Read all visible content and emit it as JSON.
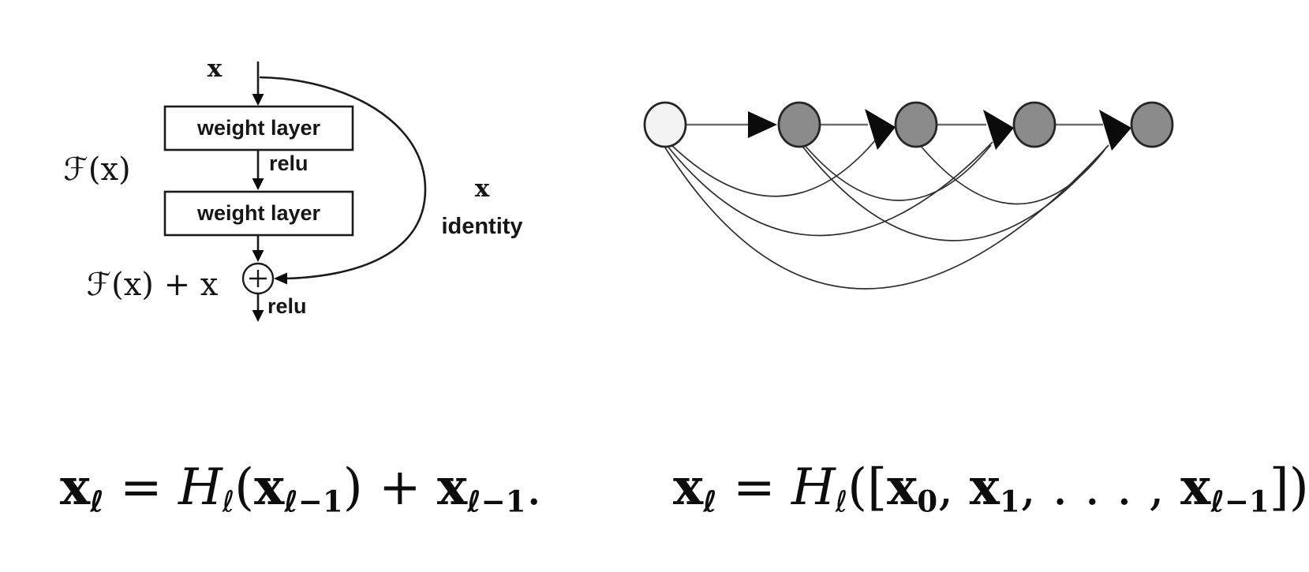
{
  "figure": {
    "colors": {
      "stroke_dark": "#1b1b1b",
      "connector_gray": "#6e6e6e",
      "arrow_black": "#0b0b0b",
      "curve_stroke": "#2e2e2e",
      "box_fill": "#ffffff",
      "text": "#161616"
    },
    "residual_block": {
      "input_label": "x",
      "weight_layer_1": "weight layer",
      "relu_1": "relu",
      "weight_layer_2": "weight layer",
      "branch_label": "ℱ(x)",
      "sum_label": "ℱ(x) + x",
      "plus_symbol": "+",
      "relu_2": "relu",
      "skip_label_top": "x",
      "skip_label_bottom": "identity"
    },
    "dense_block": {
      "node_count": 5,
      "nodes": [
        {
          "id": "x0",
          "fill": "#f3f3f3"
        },
        {
          "id": "x1",
          "fill": "#8b8b8b"
        },
        {
          "id": "x2",
          "fill": "#8b8b8b"
        },
        {
          "id": "x3",
          "fill": "#8b8b8b"
        },
        {
          "id": "x4",
          "fill": "#8b8b8b"
        }
      ],
      "direct_connections": [
        "x0→x1",
        "x1→x2",
        "x2→x3",
        "x3→x4"
      ],
      "skip_connections": [
        "x0→x2",
        "x0→x3",
        "x0→x4",
        "x1→x3",
        "x1→x4",
        "x2→x4"
      ]
    },
    "equations": {
      "resnet_plain": "xℓ = Hℓ(xℓ−1) + xℓ−1.",
      "densenet_plain": "xℓ = Hℓ([x0, x1, . . . , xℓ−1])",
      "resnet_segments": [
        {
          "t": "b",
          "v": "x"
        },
        {
          "t": "bsub",
          "v": "ℓ"
        },
        {
          "t": "n",
          "v": " = "
        },
        {
          "t": "i",
          "v": "H"
        },
        {
          "t": "sub",
          "v": "ℓ"
        },
        {
          "t": "n",
          "v": "("
        },
        {
          "t": "b",
          "v": "x"
        },
        {
          "t": "bsub",
          "v": "ℓ−1"
        },
        {
          "t": "n",
          "v": ") + "
        },
        {
          "t": "b",
          "v": "x"
        },
        {
          "t": "bsub",
          "v": "ℓ−1"
        },
        {
          "t": "n",
          "v": "."
        }
      ],
      "densenet_segments": [
        {
          "t": "b",
          "v": "x"
        },
        {
          "t": "bsub",
          "v": "ℓ"
        },
        {
          "t": "n",
          "v": " = "
        },
        {
          "t": "i",
          "v": "H"
        },
        {
          "t": "sub",
          "v": "ℓ"
        },
        {
          "t": "n",
          "v": "(["
        },
        {
          "t": "b",
          "v": "x"
        },
        {
          "t": "bsub",
          "v": "0"
        },
        {
          "t": "n",
          "v": ", "
        },
        {
          "t": "b",
          "v": "x"
        },
        {
          "t": "bsub",
          "v": "1"
        },
        {
          "t": "n",
          "v": ", . . . , "
        },
        {
          "t": "b",
          "v": "x"
        },
        {
          "t": "bsub",
          "v": "ℓ−1"
        },
        {
          "t": "n",
          "v": "])"
        }
      ]
    }
  }
}
